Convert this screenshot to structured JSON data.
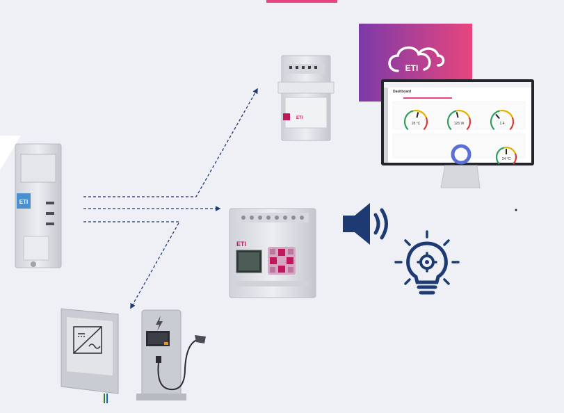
{
  "colors": {
    "background": "#eef0f5",
    "accent_pink": "#e8457e",
    "accent_purple": "#7b3aa8",
    "navy": "#1d3a72",
    "device_grey": "#d9dbe0",
    "eti_pink": "#c2185b"
  },
  "cloud_banner": {
    "brand": "ETI",
    "icon": "cloud-icon"
  },
  "monitor_dashboard": {
    "title": "Dashboard",
    "gauges": [
      {
        "value": "28 °C",
        "level": 0.55
      },
      {
        "value": "125 W",
        "level": 0.45
      },
      {
        "value": "1.4",
        "level": 0.35
      }
    ],
    "bottom_gauge": {
      "value": "24 °C",
      "level": 0.5
    }
  },
  "din_module": {
    "brand": "ETI"
  },
  "plc": {
    "brand": "ETI"
  },
  "icons": [
    "speaker-icon",
    "lightbulb-gear-icon",
    "lightning-icon",
    "inverter-sine-icon"
  ]
}
